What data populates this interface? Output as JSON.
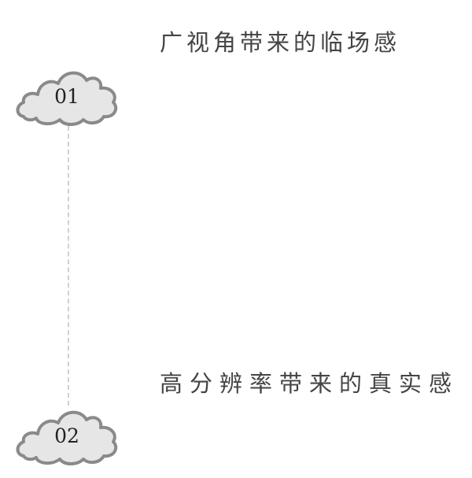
{
  "items": [
    {
      "number": "01",
      "title": "广视角带来的临场感"
    },
    {
      "number": "02",
      "title": "高分辨率带来的真实感"
    }
  ],
  "colors": {
    "cloud_fill": "#e6e6e6",
    "cloud_stroke": "#8a8a8a",
    "connector": "#d0d0d0"
  }
}
